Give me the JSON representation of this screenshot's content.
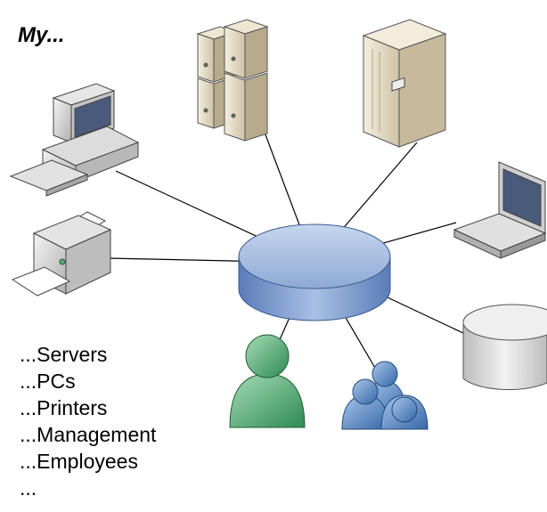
{
  "title": "My...",
  "items": [
    "...Servers",
    "...PCs",
    "...Printers",
    "...Management",
    "...Employees",
    "..."
  ],
  "icons": {
    "hub": "network-hub-icon",
    "server_stack": "server-stack-icon",
    "tower_server": "tower-server-icon",
    "desktop_pc": "desktop-pc-icon",
    "printer": "printer-icon",
    "laptop": "laptop-icon",
    "database": "database-icon",
    "manager": "manager-person-icon",
    "employees": "employees-group-icon"
  },
  "colors": {
    "hub": "#9fb7dc",
    "person_single": "#4aaa6f",
    "person_group": "#4c84c4",
    "device_gray": "#d8d8d8",
    "server_beige": "#e3d9c2"
  }
}
